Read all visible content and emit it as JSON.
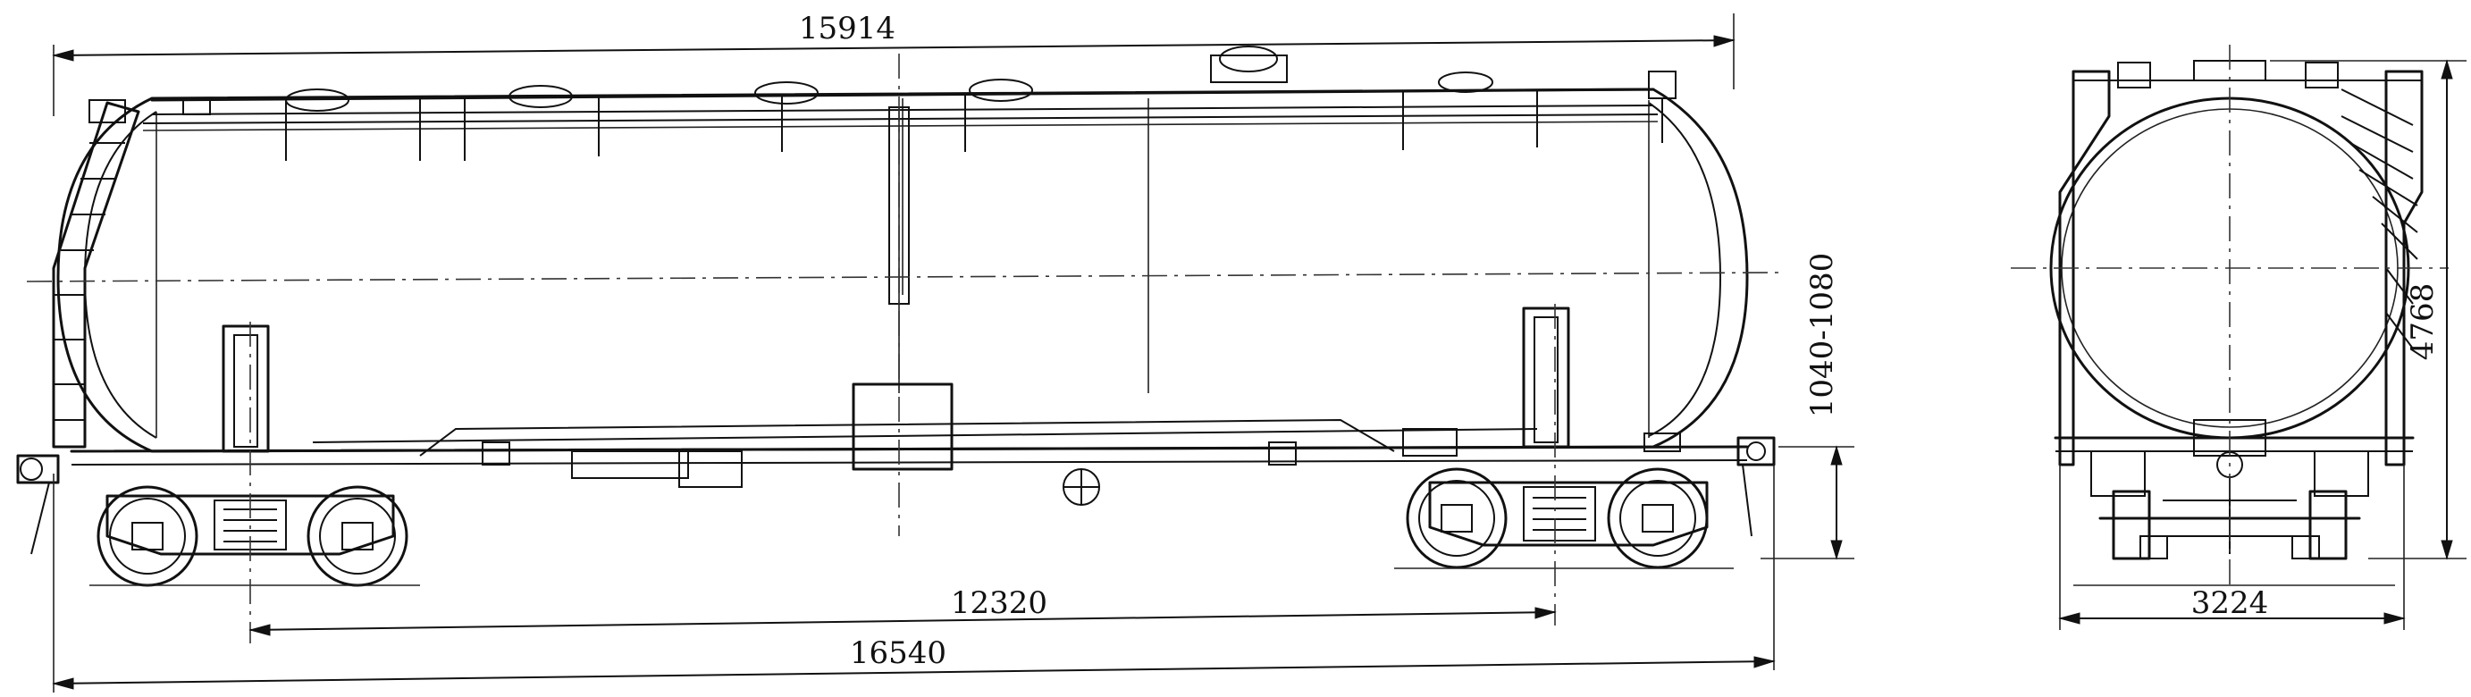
{
  "drawing": {
    "subject": "tank wagon side and end elevation",
    "dimensions": {
      "overall_tank_length": "15914",
      "bogie_centers": "12320",
      "length_over_couplers": "16540",
      "coupler_height": "1040-1080",
      "overall_height": "4768",
      "width": "3224"
    }
  }
}
